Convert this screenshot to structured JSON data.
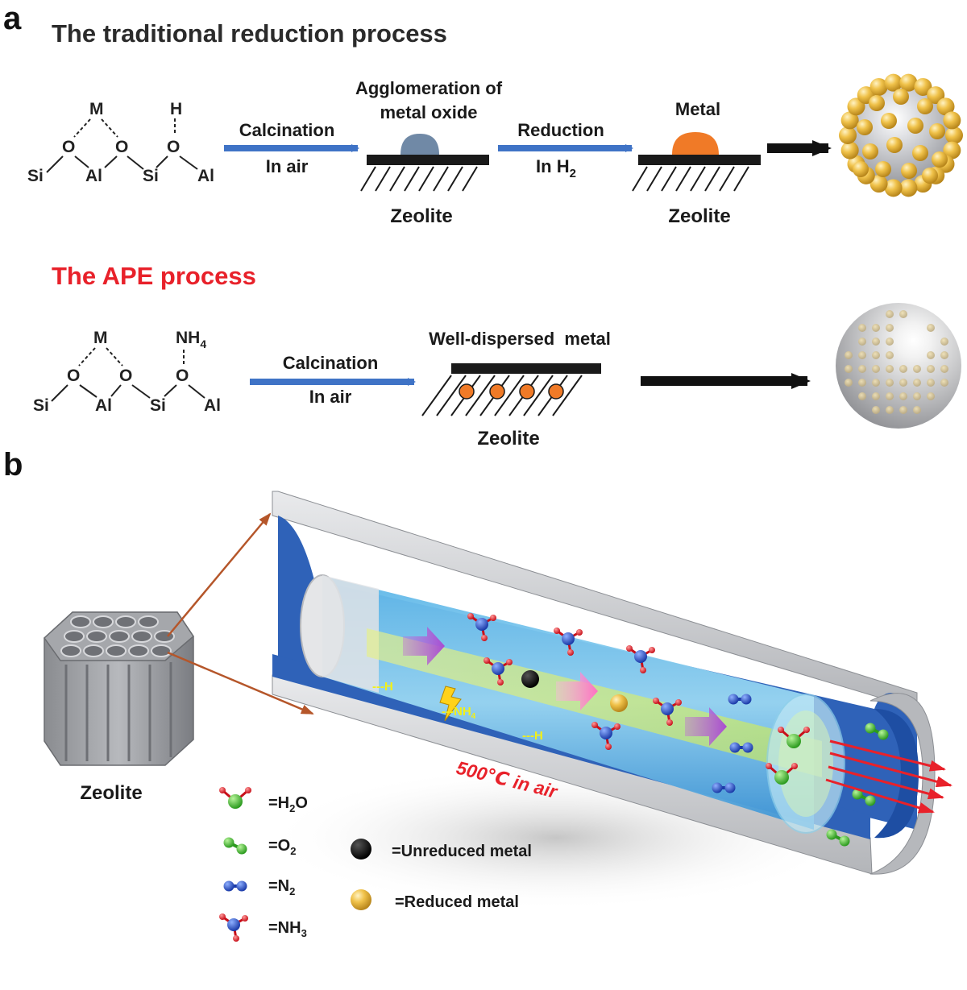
{
  "panel_a": {
    "letter": "a",
    "traditional": {
      "title": "The traditional reduction process",
      "structure": {
        "metal": "M",
        "hydrogen": "H",
        "oxygen": "O",
        "silicon": "Si",
        "aluminum": "Al"
      },
      "step1": {
        "top": "Calcination",
        "bottom": "In air"
      },
      "agglomeration_line1": "Agglomeration of",
      "agglomeration_line2": "metal oxide",
      "step2": {
        "top": "Reduction",
        "bottom": "In H",
        "bottom_sub": "2"
      },
      "metal_label": "Metal",
      "zeolite1": "Zeolite",
      "zeolite2": "Zeolite"
    },
    "ape": {
      "title": "The APE process",
      "title_color": "#e8212a",
      "structure": {
        "metal": "M",
        "ammonium": "NH",
        "ammonium_sub": "4",
        "oxygen": "O",
        "silicon": "Si",
        "aluminum": "Al"
      },
      "step1": {
        "top": "Calcination",
        "bottom": "In air"
      },
      "dispersed_label": "Well-dispersed  metal",
      "zeolite": "Zeolite"
    }
  },
  "panel_b": {
    "letter": "b",
    "zeolite_label": "Zeolite",
    "h_label_1": "---H",
    "h_label_2": "---H",
    "nh4_label": "---NH",
    "nh4_sub": "4",
    "temperature_label": "500℃ in air",
    "legend": {
      "h2o": {
        "label": "=H",
        "sub": "2",
        "tail": "O"
      },
      "o2": {
        "label": "=O",
        "sub": "2"
      },
      "n2": {
        "label": "=N",
        "sub": "2"
      },
      "nh3": {
        "label": "=NH",
        "sub": "3"
      },
      "unreduced": "=Unreduced metal",
      "reduced": "=Reduced metal"
    }
  },
  "colors": {
    "arrow_blue": "#3f73c6",
    "oxide_gray": "#7089a6",
    "metal_orange": "#f07a27",
    "tube_blue": "#2f62b8",
    "accent_red": "#e8212a",
    "gold": "#e8b93c"
  }
}
